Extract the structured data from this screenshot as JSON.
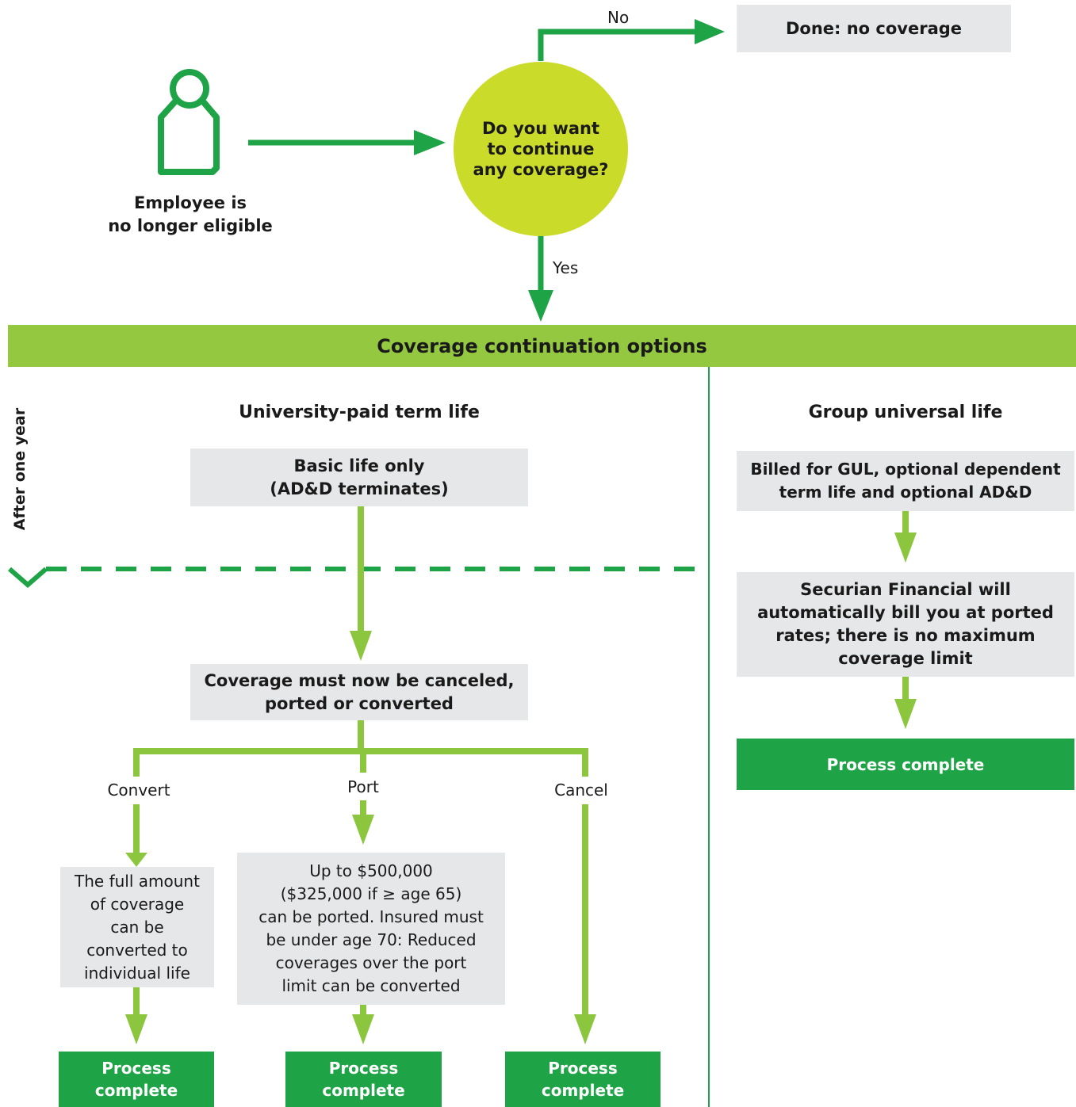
{
  "start": {
    "label": "Employee is\nno longer eligible"
  },
  "decision": {
    "question": "Do you want\nto continue\nany coverage?",
    "no_label": "No",
    "yes_label": "Yes"
  },
  "done_box": {
    "label": "Done: no coverage"
  },
  "banner": {
    "title": "Coverage continuation options"
  },
  "timeline": {
    "label": "After one year"
  },
  "left_column": {
    "title": "University-paid term life",
    "basic_box": "Basic life only\n(AD&D terminates)",
    "must_box": "Coverage must now be canceled,\nported or converted",
    "branches": {
      "convert": {
        "label": "Convert",
        "text": "The full amount\nof coverage\ncan be\nconverted to\nindividual life",
        "result": "Process\ncomplete"
      },
      "port": {
        "label": "Port",
        "text": "Up to $500,000\n($325,000 if ≥ age 65)\ncan be ported. Insured must\nbe under age 70: Reduced\ncoverages over the port\nlimit can be converted",
        "result": "Process\ncomplete"
      },
      "cancel": {
        "label": "Cancel",
        "result": "Process\ncomplete"
      }
    }
  },
  "right_column": {
    "title": "Group universal life",
    "billed_box": "Billed for GUL, optional dependent\nterm life and optional AD&D",
    "securian_box": "Securian Financial will\nautomatically bill you at ported\nrates; there is no maximum\ncoverage limit",
    "result": "Process complete"
  },
  "colors": {
    "dark_green": "#1fa347",
    "light_green": "#8cc63f",
    "banner_green": "#94c840",
    "lime": "#cbdb2a",
    "gray_box": "#e6e7e8"
  },
  "icons": [
    "person-icon"
  ]
}
